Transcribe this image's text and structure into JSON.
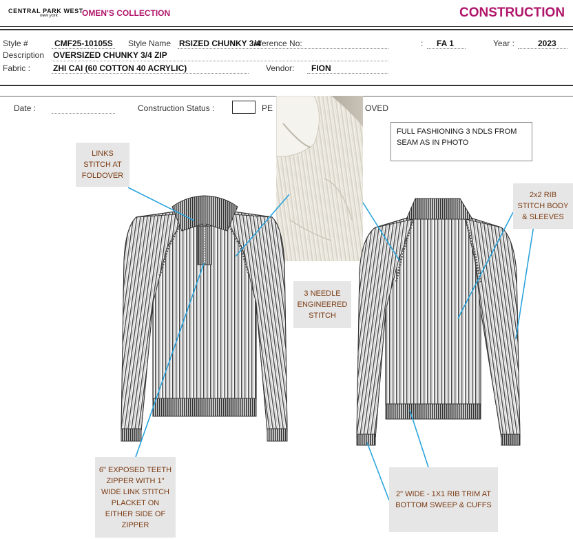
{
  "header": {
    "brand": "CENTRAL PARK WEST",
    "brand_sub": "new york",
    "collection": "OMEN'S COLLECTION",
    "title": "CONSTRUCTION"
  },
  "spec": {
    "style_no_label": "Style #",
    "style_no": "CMF25-10105S",
    "style_name_label": "Style Name",
    "style_name": "RSIZED CHUNKY 3/4",
    "reference_label": "eference No:",
    "reference": "",
    "season_sep": ":",
    "season": "FA 1",
    "year_label": "Year :",
    "year": "2023",
    "description_label": "Description",
    "description": "OVERSIZED CHUNKY 3/4 ZIP",
    "fabric_label": "Fabric :",
    "fabric": "ZHI CAI (60 COTTON 40 ACRYLIC)",
    "vendor_label": "Vendor:",
    "vendor": "FION"
  },
  "status_row": {
    "date_label": "Date :",
    "date": "",
    "construction_status_label": "Construction Status :",
    "status_left": "PE",
    "status_right": "OVED"
  },
  "callouts": {
    "links_stitch": [
      "LINKS",
      "STITCH  AT",
      "FOLDOVER"
    ],
    "zipper": [
      "6\" EXPOSED TEETH",
      "ZIPPER WITH 1\"",
      "WIDE LINK STITCH",
      "PLACKET ON",
      "EITHER SIDE OF",
      "ZIPPER"
    ],
    "needle": [
      "3 NEEDLE",
      "ENGINEERED",
      "STITCH"
    ],
    "rib": [
      "2x2 RIB",
      "STITCH BODY",
      "& SLEEVES"
    ],
    "trim": [
      "2\" WIDE - 1X1 RIB TRIM AT",
      "BOTTOM SWEEP & CUFFS"
    ],
    "fashioning": [
      "FULL FASHIONING 3 NDLS FROM",
      "SEAM AS IN PHOTO"
    ]
  },
  "colors": {
    "accent": "#b0166b",
    "callout_text": "#7a3a12",
    "callout_bg": "#e6e6e6",
    "leader_line": "#29a3dc"
  }
}
